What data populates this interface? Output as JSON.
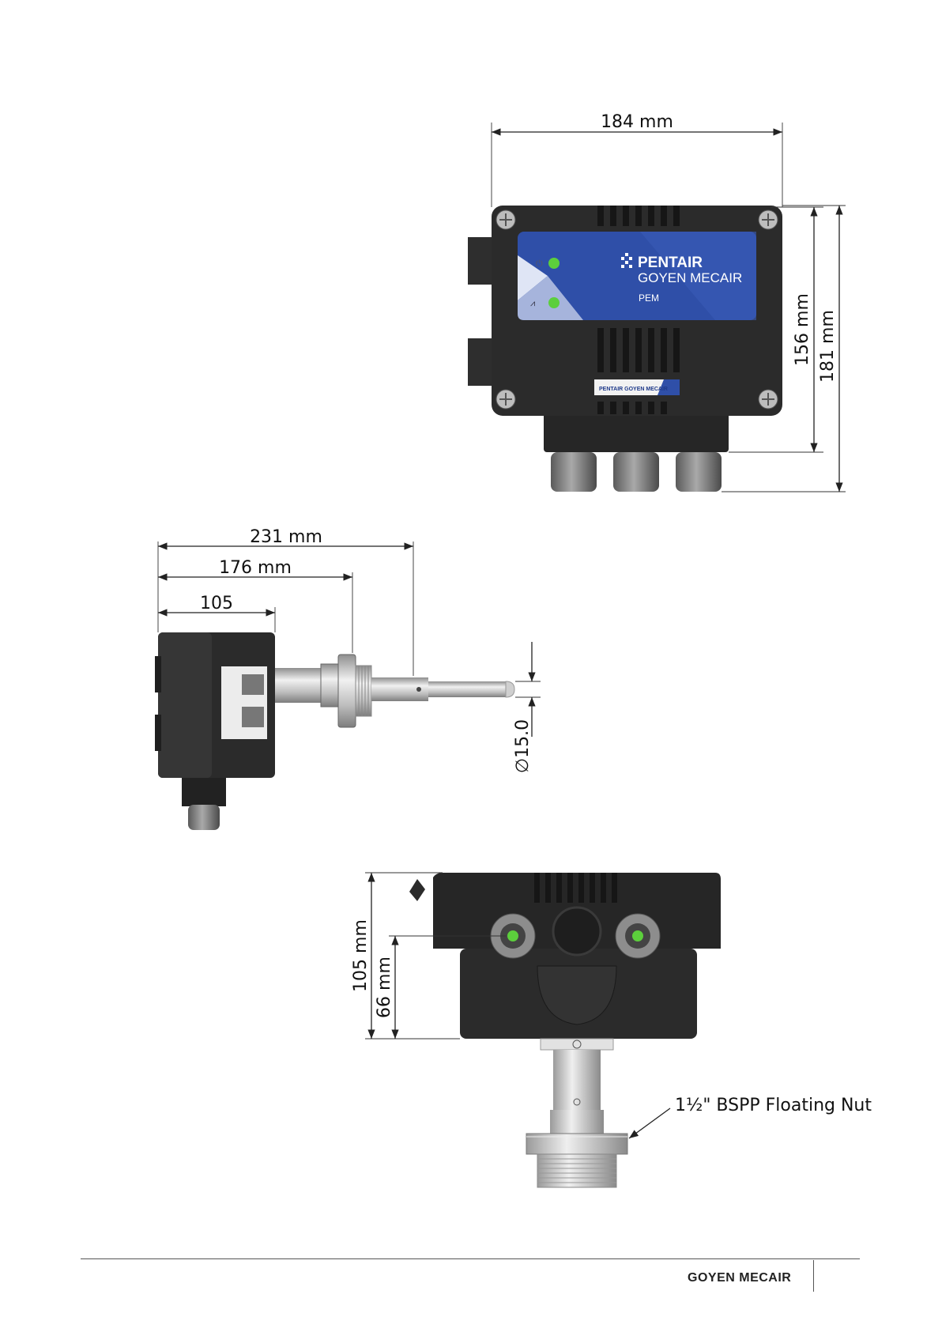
{
  "dimensions": {
    "front_width": "184 mm",
    "front_height_inner": "156 mm",
    "front_height_total": "181 mm",
    "side_length_total": "231 mm",
    "side_length_nut": "176 mm",
    "side_length_body": "105",
    "probe_diameter": "∅15.0",
    "bottom_height_total": "105 mm",
    "bottom_height_gland": "66 mm"
  },
  "annotations": {
    "nut_callout": "1½\" BSPP Floating Nut"
  },
  "panel": {
    "brand": "PENTAIR",
    "sub_brand": "GOYEN MECAIR",
    "model": "PEM",
    "badge": "PENTAIR GOYEN MECAIR"
  },
  "footer": {
    "brand": "GOYEN MECAIR"
  },
  "colors": {
    "housing": "#2b2b2b",
    "panel_blue": "#2f4fa8",
    "led_green": "#5ccf3c",
    "metal": "#c9c9c9"
  }
}
